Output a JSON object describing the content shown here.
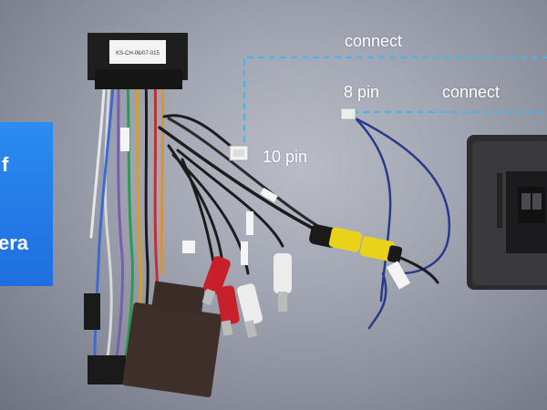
{
  "panel": {
    "line1": "f",
    "line2": "era"
  },
  "labels": {
    "connect_top": "connect",
    "connect_right": "connect",
    "pin8": "8 pin",
    "pin10": "10 pin"
  },
  "connector_label": "KS-CH-06/07-015",
  "colors": {
    "panel_blue": "#1f7ae8",
    "dashed_line": "#4ab3ea",
    "rca_yellow": "#e8d21a",
    "rca_red": "#c8202a",
    "rca_white": "#e8e8e8"
  }
}
